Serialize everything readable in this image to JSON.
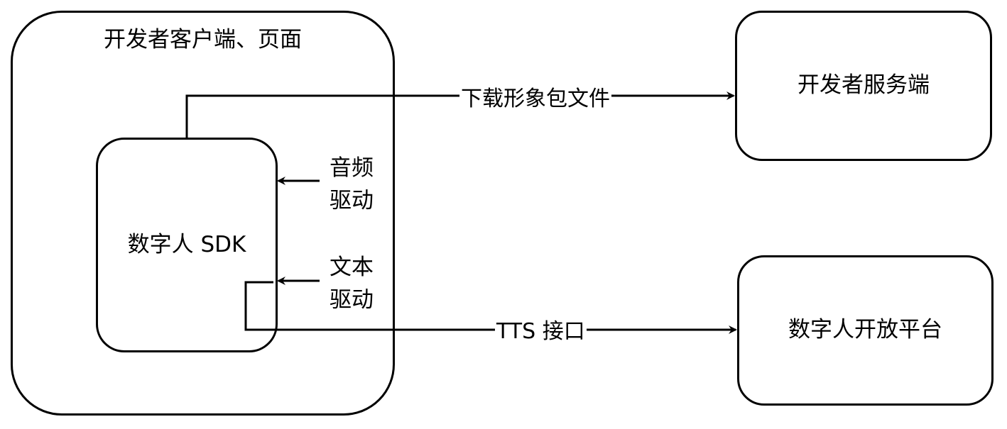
{
  "nodes": {
    "client": {
      "label": "开发者客户端、页面"
    },
    "sdk": {
      "label": "数字人 SDK"
    },
    "server": {
      "label": "开发者服务端"
    },
    "platform": {
      "label": "数字人开放平台"
    }
  },
  "inputs": {
    "audio_drive": {
      "line1": "音频",
      "line2": "驱动"
    },
    "text_drive": {
      "line1": "文本",
      "line2": "驱动"
    }
  },
  "edges": {
    "download": {
      "label": "下载形象包文件"
    },
    "tts": {
      "label": "TTS 接口"
    }
  },
  "colors": {
    "stroke": "#000000",
    "background": "#ffffff"
  }
}
